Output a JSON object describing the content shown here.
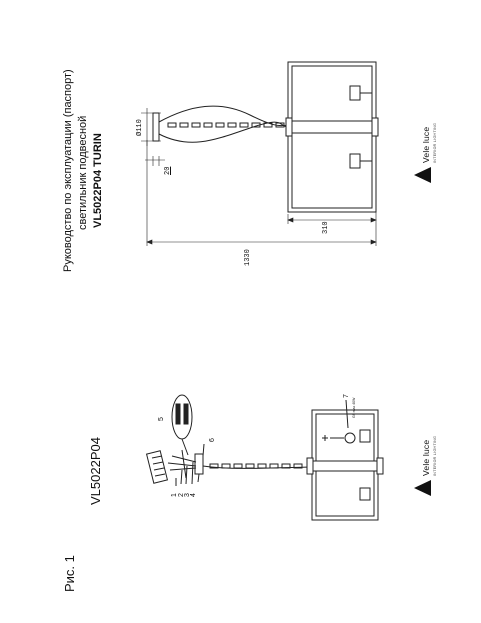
{
  "header": {
    "line1": "Руководство по эксплуатации (паспорт)",
    "line2": "светильник подвесной",
    "model_line": "VL5022P04 TURIN"
  },
  "figure": {
    "label": "Рис. 1",
    "model_code": "VL5022P04"
  },
  "dimensions": {
    "diameter": "Ø110",
    "canopy_height": "20",
    "frame_width": "310",
    "total_height": "1330"
  },
  "parts": [
    "1",
    "2",
    "3",
    "4",
    "5",
    "6",
    "7"
  ],
  "part7_note": "G9 max 40W",
  "logo": {
    "name": "Vele luce",
    "tagline": "INTERIOR LIGHTING"
  }
}
